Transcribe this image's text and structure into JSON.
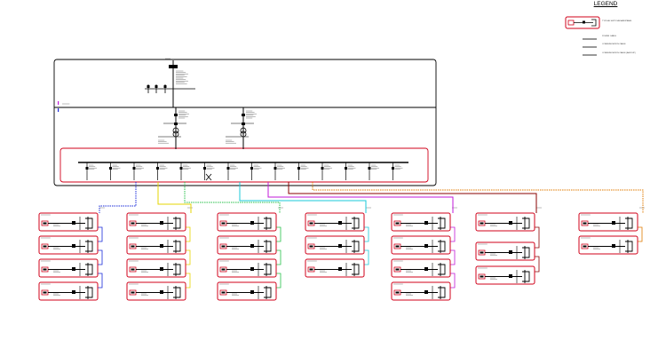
{
  "legend": {
    "title": "LEGEND",
    "items": [
      {
        "label": "TYPICAL SWITCHBOARD/PANEL"
      },
      {
        "label": "POWER CABLE"
      },
      {
        "label": "COMMUNICATION CABLE"
      },
      {
        "label": "COMMUNICATION CABLE (BACKUP)"
      }
    ]
  },
  "colors": {
    "panel_border": "#d0001a",
    "feeder_blue": "#1a2bd9",
    "feeder_yellow": "#e6d400",
    "feeder_green": "#27c04a",
    "feeder_cyan": "#19c8d8",
    "feeder_magenta": "#c019d8",
    "feeder_orange": "#e07a00",
    "feeder_darkred": "#8a0000",
    "line": "#000000"
  },
  "switchboard_groups": [
    {
      "count": 4,
      "feeder": "feeder_blue"
    },
    {
      "count": 4,
      "feeder": "feeder_yellow"
    },
    {
      "count": 4,
      "feeder": "feeder_green"
    },
    {
      "count": 3,
      "feeder": "feeder_cyan"
    },
    {
      "count": 4,
      "feeder": "feeder_magenta"
    },
    {
      "count": 3,
      "feeder": "feeder_darkred"
    },
    {
      "count": 2,
      "feeder": "feeder_orange"
    }
  ]
}
